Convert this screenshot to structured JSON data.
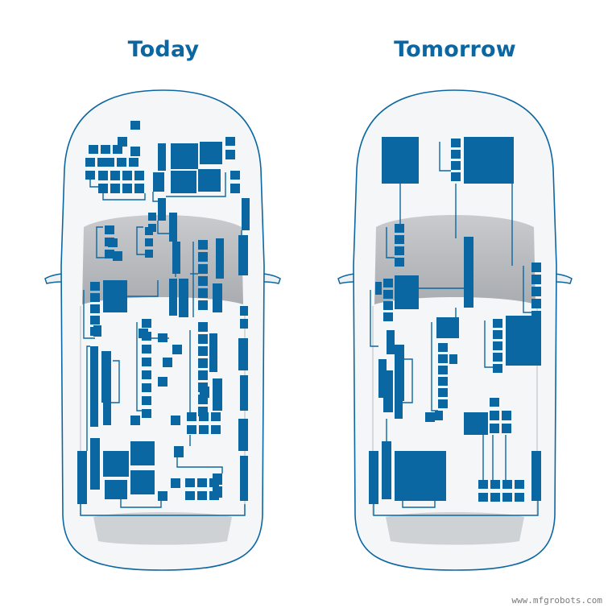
{
  "titles": {
    "today": "Today",
    "tomorrow": "Tomorrow"
  },
  "watermark": "www.mfgrobots.com",
  "colors": {
    "ecu_blue": "#0b67a2",
    "car_outline": "#0b67a2",
    "car_body": "#f4f6f8",
    "roof_gray": "#b9bcbf",
    "title_blue": "#0b67a2"
  }
}
